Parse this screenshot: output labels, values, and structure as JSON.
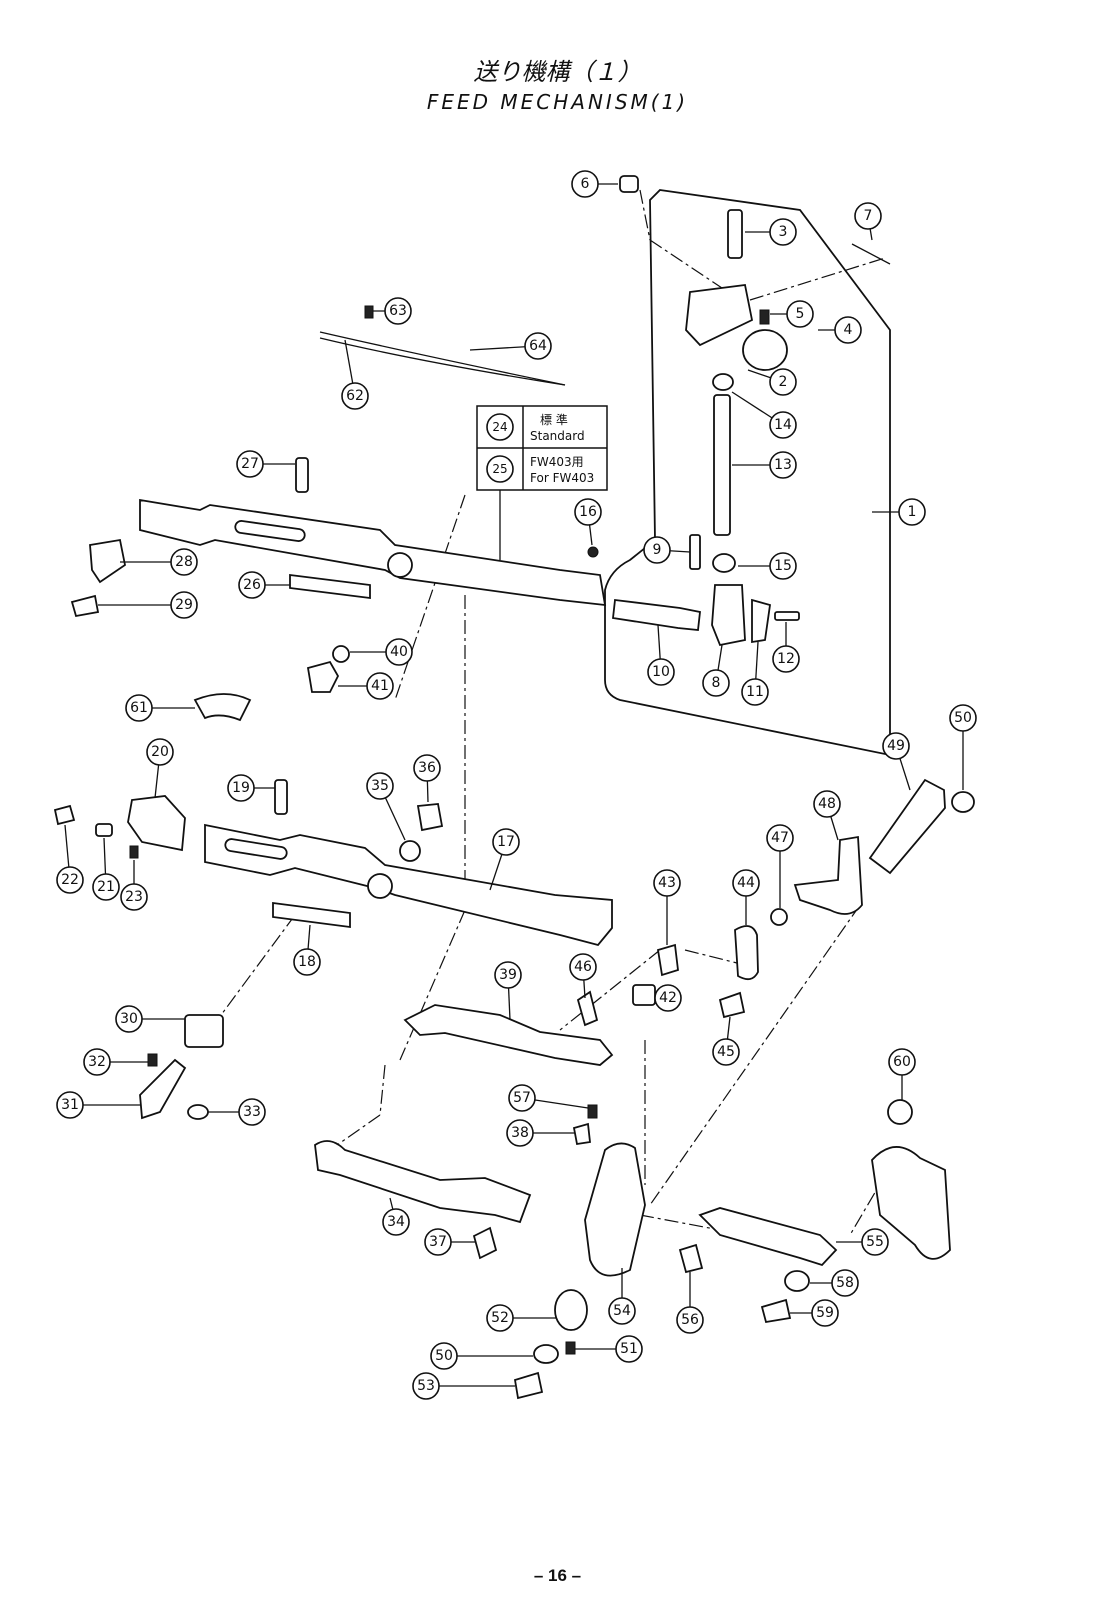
{
  "header": {
    "title_jp": "送り機構（１）",
    "title_en": "FEED MECHANISM(1)"
  },
  "variant_table": {
    "rows": [
      {
        "part": "24",
        "label_jp": "標 準",
        "label_en": "Standard"
      },
      {
        "part": "25",
        "label_jp": "FW403用",
        "label_en": "For FW403"
      }
    ]
  },
  "callouts": [
    "1",
    "2",
    "3",
    "4",
    "5",
    "6",
    "7",
    "8",
    "9",
    "10",
    "11",
    "12",
    "13",
    "14",
    "15",
    "16",
    "17",
    "18",
    "19",
    "20",
    "21",
    "22",
    "23",
    "26",
    "27",
    "28",
    "29",
    "30",
    "31",
    "32",
    "33",
    "34",
    "35",
    "36",
    "37",
    "38",
    "39",
    "40",
    "41",
    "42",
    "43",
    "44",
    "45",
    "46",
    "47",
    "48",
    "49",
    "50",
    "50",
    "51",
    "52",
    "53",
    "54",
    "55",
    "56",
    "57",
    "58",
    "59",
    "60",
    "61",
    "62",
    "63",
    "64"
  ],
  "footer": {
    "page_number": "– 16 –"
  }
}
